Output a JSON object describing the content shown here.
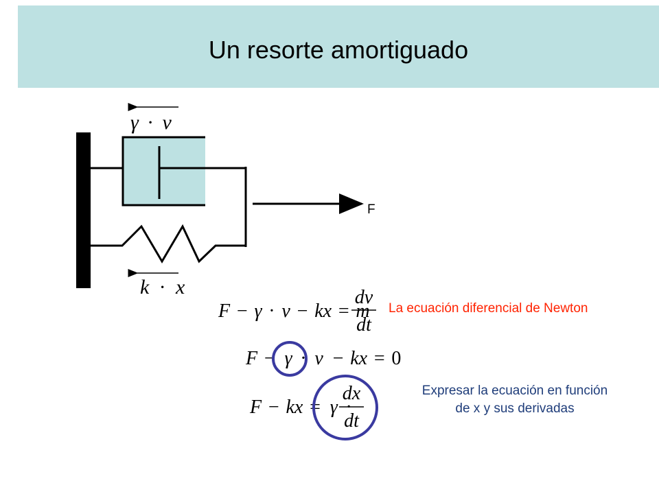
{
  "title": "Un resorte amortiguado",
  "diagram": {
    "force_label": "F",
    "damping_force": {
      "symbol": "γ",
      "dot": "·",
      "variable": "v"
    },
    "spring_force": {
      "constant": "k",
      "dot": "·",
      "variable": "x"
    }
  },
  "equations": {
    "newton": {
      "lhs": [
        "F",
        "−",
        "γ",
        "·",
        "v",
        "−",
        "kx",
        "="
      ],
      "mass": "m",
      "numerator": "dv",
      "denominator": "dt"
    },
    "static": [
      "F",
      "−",
      "γ",
      "·",
      "v",
      "−",
      "kx",
      "=",
      "0"
    ],
    "derivative": {
      "lhs": [
        "F",
        "−",
        "kx",
        "=",
        "γ",
        "·"
      ],
      "numerator": "dx",
      "denominator": "dt"
    }
  },
  "notes": {
    "newton": "La ecuación diferencial de Newton",
    "express_line1": "Expresar la ecuación en función",
    "express_line2": "de x y sus derivadas"
  },
  "colors": {
    "title_background": "#bde1e2",
    "damper_fill": "#bde1e2",
    "highlight_circle": "#3a3aa0",
    "red_note": "#ff2200",
    "blue_note": "#1f3d7a"
  }
}
